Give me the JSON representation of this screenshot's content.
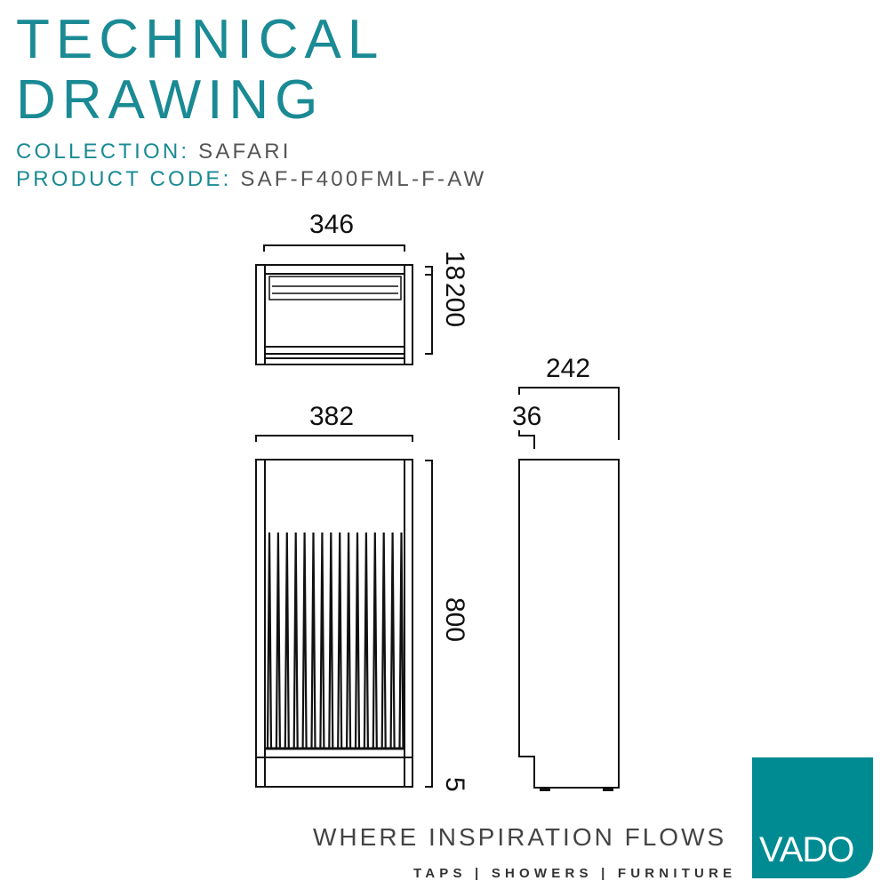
{
  "header": {
    "title_line1": "TECHNICAL",
    "title_line2": "DRAWING",
    "collection_label": "COLLECTION:",
    "collection_value": "SAFARI",
    "product_code_label": "PRODUCT CODE:",
    "product_code_value": "SAF-F400FML-F-AW"
  },
  "dimensions": {
    "top_width": "346",
    "top_depth_a": "18",
    "top_depth_b": "200",
    "front_width": "382",
    "front_height": "800",
    "foot_height": "5",
    "side_depth": "242",
    "side_recess": "36"
  },
  "footer": {
    "tagline": "WHERE INSPIRATION FLOWS",
    "categories": "TAPS | SHOWERS | FURNITURE",
    "logo_text": "VADO",
    "logo_color": "#008b93"
  }
}
